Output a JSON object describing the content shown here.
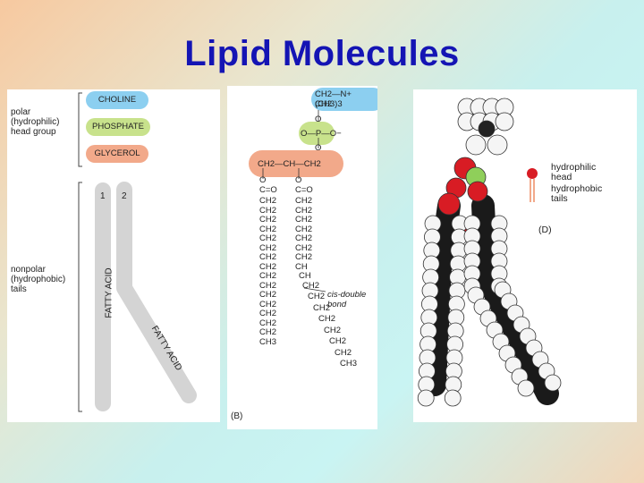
{
  "title": "Lipid Molecules",
  "panel_a": {
    "head_label": "polar\n(hydrophilic)\nhead group",
    "tail_label": "nonpolar\n(hydrophobic)\ntails",
    "choline": "CHOLINE",
    "phosphate": "PHOSPHATE",
    "glycerol": "GLYCEROL",
    "chain1": "1",
    "chain2": "2",
    "fatty_acid_1": "FATTY ACID",
    "fatty_acid_2": "FATTY ACID",
    "colors": {
      "choline": "#8ccff0",
      "phosphate": "#c8e28c",
      "glycerol": "#f2a98a",
      "tail": "#d4d4d4"
    }
  },
  "panel_b": {
    "panel_label": "(B)",
    "choline_line1": "CH2—N+(CH3)3",
    "choline_line2": "CH2",
    "phosphate_line": "O—P—O−",
    "phosphate_o_top": "O",
    "phosphate_o_bottom": "O",
    "glycerol_line": "CH2—CH—CH2",
    "o_left": "O",
    "o_right": "O",
    "carbonyl_left": "C=O",
    "carbonyl_right": "C=O",
    "ch2": "CH2",
    "ch": "CH",
    "ch3": "CH3",
    "cis_label": "cis-double\nbond"
  },
  "panel_c": {
    "legend_hydrophilic": "hydrophilic\nhead",
    "legend_hydrophobic": "hydrophobic\ntails",
    "panel_label": "(D)"
  }
}
